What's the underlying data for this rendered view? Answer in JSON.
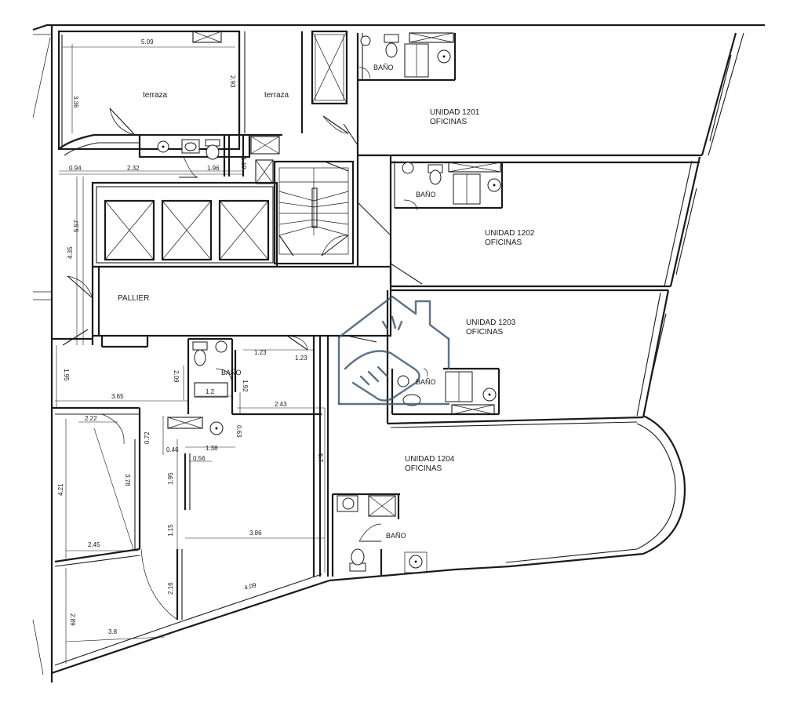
{
  "plan": {
    "rooms": {
      "terraza_1": "terraza",
      "terraza_2": "terraza",
      "palier": "PALLIER",
      "bano_top": "BAÑO",
      "bano_1202": "BAÑO",
      "bano_mid": "BAÑO",
      "bano_1203": "BAÑO",
      "bano_1204": "BAÑO",
      "unidad_1201": "UNIDAD  1201",
      "oficinas_1201": "OFICINAS",
      "unidad_1202": "UNIDAD  1202",
      "oficinas_1202": "OFICINAS",
      "unidad_1203": "UNIDAD  1203",
      "oficinas_1203": "OFICINAS",
      "unidad_1204": "UNIDAD  1204",
      "oficinas_1204": "OFICINAS"
    },
    "dimensions": {
      "d_509": "5.09",
      "d_336": "3.36",
      "d_293": "2.93",
      "d_094": "0.94",
      "d_232": "2.32",
      "d_196": "1.96",
      "d_119": "1.19",
      "d_557": "5.57",
      "d_435": "4.35",
      "d_123a": "1.23",
      "d_123b": "1.23",
      "d_209": "2.09",
      "d_195a": "1.95",
      "d_365": "3.65",
      "d_12": "1.2",
      "d_192": "1.92",
      "d_243": "2.43",
      "d_222": "2.22",
      "d_072": "0.72",
      "d_063": "0.63",
      "d_046": "0.46",
      "d_138": "1.38",
      "d_056": "0.56",
      "d_67": "6.7",
      "d_421": "4.21",
      "d_378": "3.78",
      "d_195b": "1.95",
      "d_115": "1.15",
      "d_386": "3.86",
      "d_245": "2.45",
      "d_216": "2.16",
      "d_409": "4.09",
      "d_289": "2.89",
      "d_38": "3.8"
    }
  }
}
